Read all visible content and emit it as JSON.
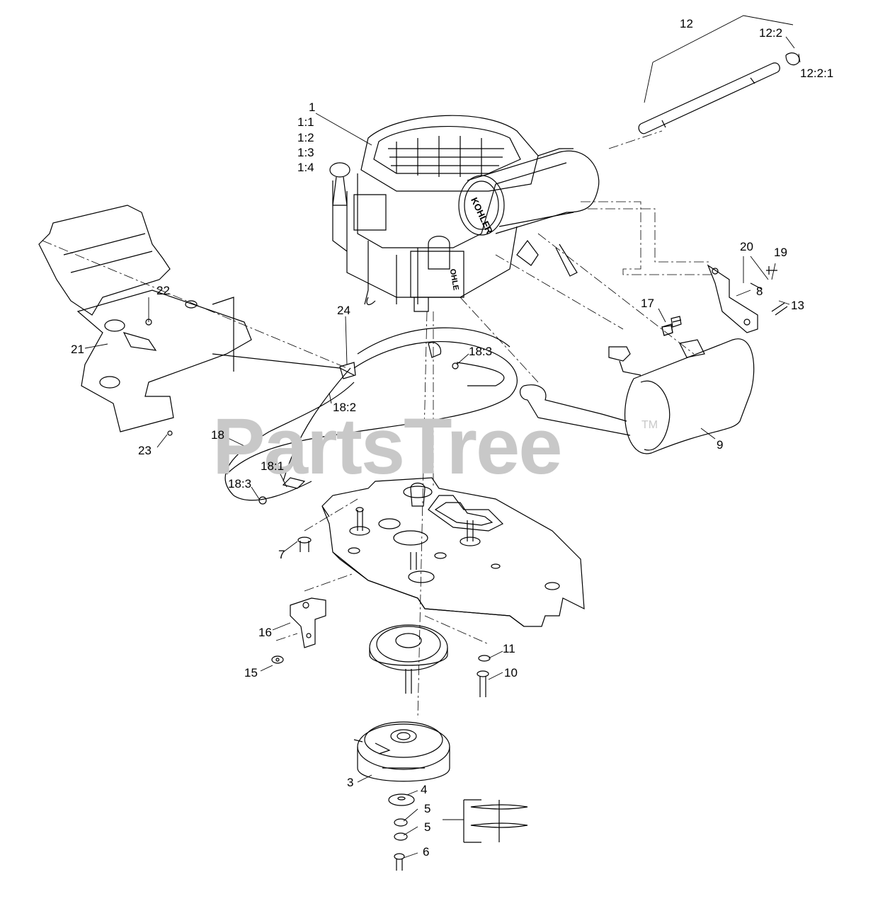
{
  "watermark": {
    "text": "PartsTree",
    "tm": "TM"
  },
  "labels": {
    "l12": "12",
    "l12_2": "12:2",
    "l12_2_1": "12:2:1",
    "l1": "1",
    "l1_1": "1:1",
    "l1_2": "1:2",
    "l1_3": "1:3",
    "l1_4": "1:4",
    "l20": "20",
    "l19": "19",
    "l8": "8",
    "l13": "13",
    "l17": "17",
    "l9": "9",
    "l22": "22",
    "l21": "21",
    "l23": "23",
    "l24": "24",
    "l18_3a": "18:3",
    "l18_2": "18:2",
    "l18": "18",
    "l18_1": "18:1",
    "l18_3b": "18:3",
    "l7": "7",
    "l16": "16",
    "l15": "15",
    "l11": "11",
    "l10": "10",
    "l3": "3",
    "l4": "4",
    "l5a": "5",
    "l5b": "5",
    "l6": "6"
  },
  "engine_brand": "KOHLER"
}
